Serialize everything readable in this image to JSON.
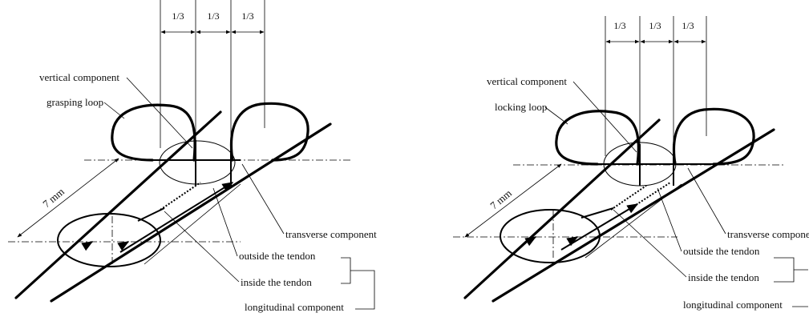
{
  "panels": [
    {
      "id": "grasping",
      "loop_label": "grasping loop",
      "vertical_label": "vertical component",
      "transverse_label": "transverse component",
      "outside_label": "outside the tendon",
      "inside_label": "inside the tendon",
      "longitudinal_label": "longitudinal component",
      "distance_label": "7 mm",
      "thirds": [
        "1/3",
        "1/3",
        "1/3"
      ]
    },
    {
      "id": "locking",
      "loop_label": "locking loop",
      "vertical_label": "vertical component",
      "transverse_label": "transverse componen",
      "outside_label": "outside the tendon",
      "inside_label": "inside the tendon",
      "longitudinal_label": "longitudinal component",
      "distance_label": "7 mm",
      "thirds": [
        "1/3",
        "1/3",
        "1/3"
      ]
    }
  ]
}
